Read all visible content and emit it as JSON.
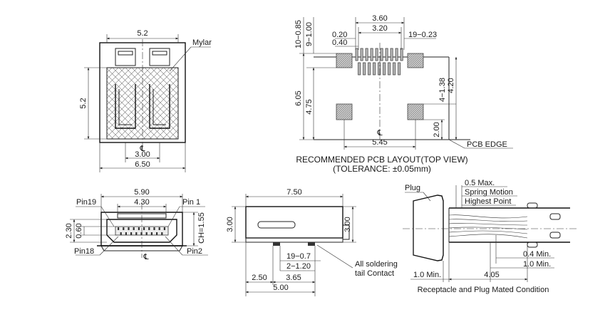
{
  "view_front": {
    "width": "5.2",
    "height": "5.2",
    "pitch": "3.00",
    "overall": "6.50",
    "mylar": "Mylar",
    "centerline": "℄"
  },
  "pcb_layout": {
    "d1": "3.60",
    "d2": "3.20",
    "d3": "0.20",
    "d4": "0.40",
    "d5": "19−0.23",
    "v1": "10−0.85",
    "v2": "9−1.00",
    "v3": "6.05",
    "v4": "4.75",
    "v5": "4−1.38",
    "v6": "4.20",
    "v7": "2.00",
    "width": "5.45",
    "centerline": "℄",
    "edge": "PCB EDGE",
    "title": "RECOMMENDED PCB LAYOUT(TOP VIEW)",
    "tolerance": "(TOLERANCE: ±0.05mm)"
  },
  "view_opening": {
    "outer": "5.90",
    "inner": "4.30",
    "pin19": "Pin19",
    "pin1": "Pin 1",
    "pin18": "Pin18",
    "pin2": "Pin2",
    "h1": "2.30",
    "h2": "0.60",
    "ch": "CH=1.55",
    "centerline": "℄"
  },
  "view_side": {
    "length": "7.50",
    "h_left": "3.00",
    "h_right": "3.00",
    "d1": "19−0.7",
    "d2": "2−1.20",
    "d3": "2.50",
    "d4": "3.65",
    "d5": "5.00",
    "note1": "All soldering",
    "note2": "tail Contact"
  },
  "view_mated": {
    "plug": "Plug",
    "max": "0.5 Max.",
    "spring1": "Spring Motion",
    "spring2": "Highest Point",
    "min1": "0.4 Min.",
    "min2": "1.0 Min.",
    "min3": "1.0 Min.",
    "len": "4.05",
    "caption": "Receptacle and Plug Mated Condition"
  }
}
